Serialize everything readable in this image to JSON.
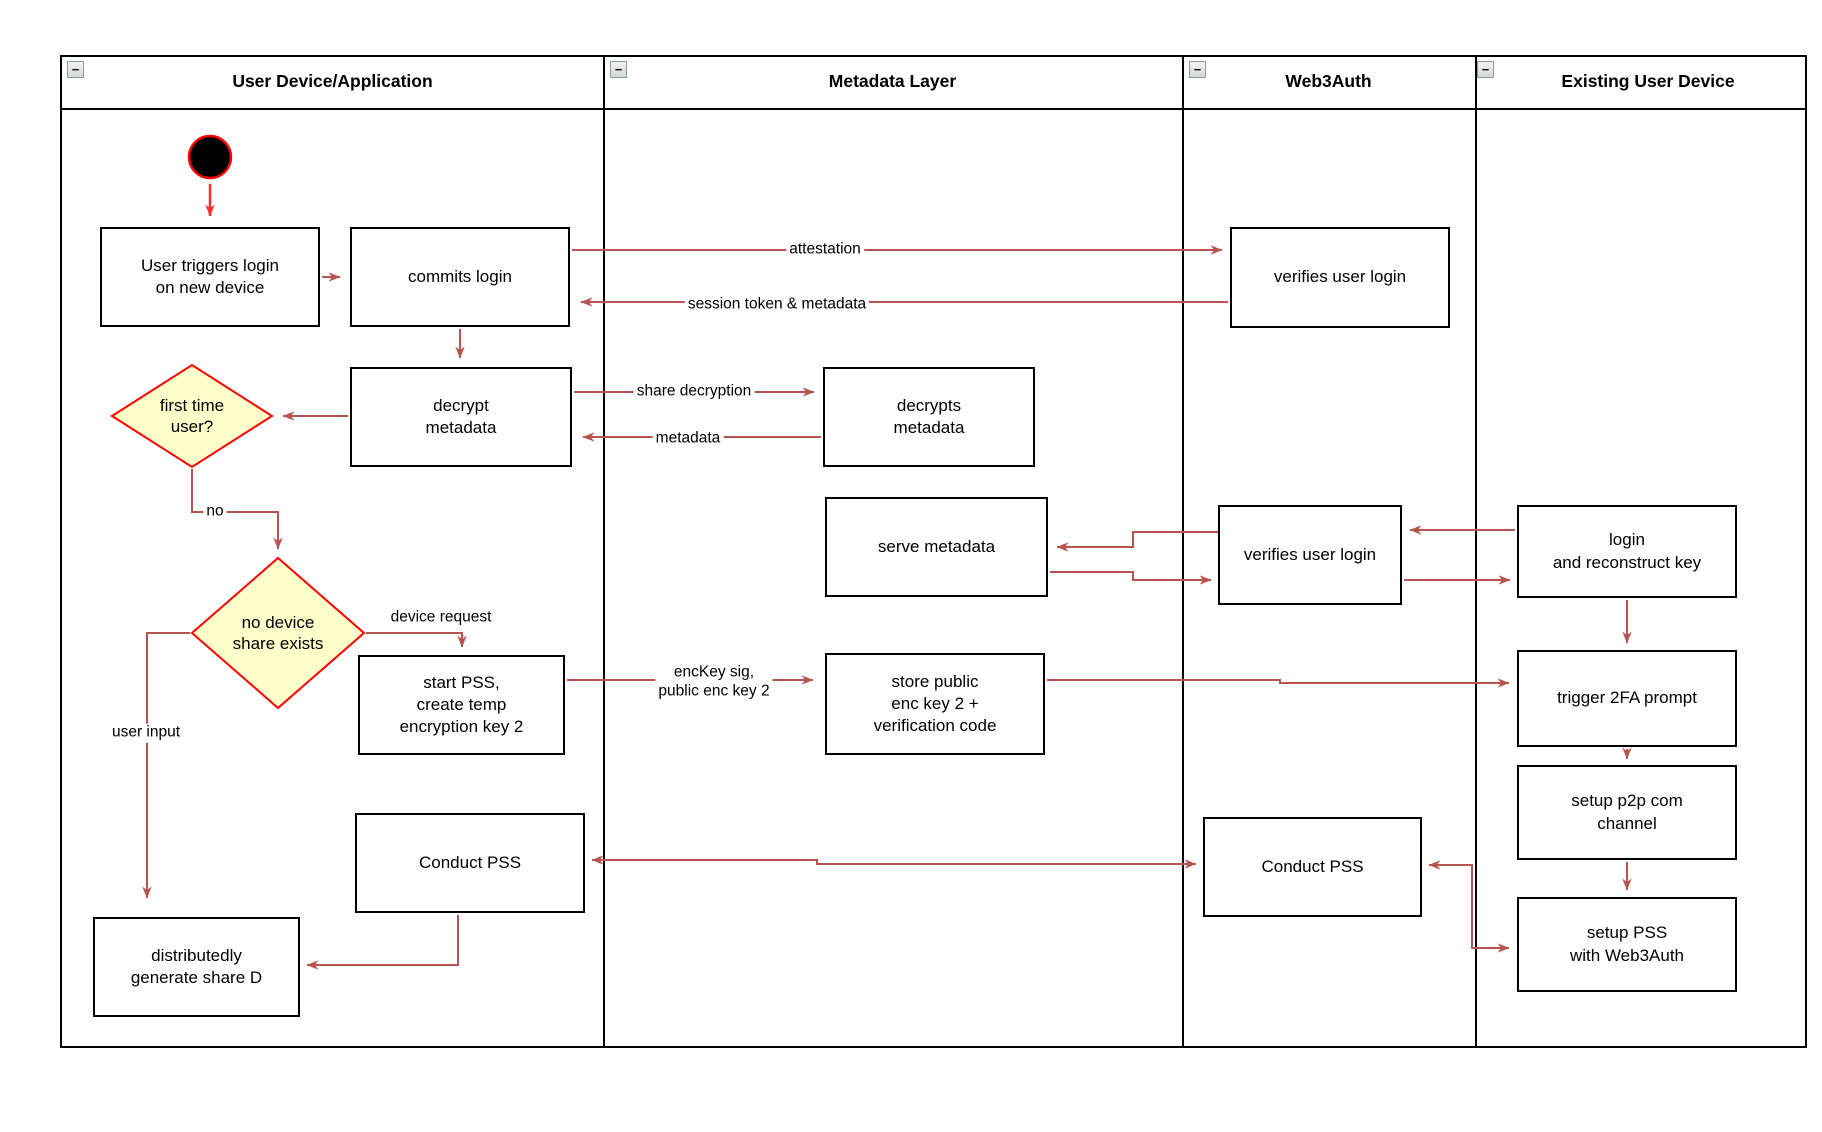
{
  "colors": {
    "connector": "#B85450",
    "accent_red": "#FF0000",
    "decision_fill": "#FFFFCC",
    "node_border": "#000000"
  },
  "lanes": [
    {
      "title": "User Device/Application",
      "collapse": "−"
    },
    {
      "title": "Metadata Layer",
      "collapse": "−"
    },
    {
      "title": "Web3Auth",
      "collapse": "−"
    },
    {
      "title": "Existing User Device",
      "collapse": "−"
    }
  ],
  "nodes": {
    "user_triggers": "User triggers login\non new device",
    "commits_login": "commits login",
    "verifies_login_1": "verifies user login",
    "decrypt_metadata": "decrypt\nmetadata",
    "decrypts_metadata": "decrypts\nmetadata",
    "serve_metadata": "serve metadata",
    "verifies_login_2": "verifies user login",
    "login_reconstruct": "login\nand reconstruct key",
    "start_pss": "start PSS,\ncreate temp\nencryption key 2",
    "store_public": "store public\nenc key 2 +\nverification code",
    "trigger_2fa": "trigger 2FA prompt",
    "setup_p2p": "setup p2p com\nchannel",
    "setup_pss": "setup PSS\nwith Web3Auth",
    "conduct_pss_user": "Conduct PSS",
    "conduct_pss_web3": "Conduct PSS",
    "distributedly": "distributedly\ngenerate share D"
  },
  "decisions": {
    "first_time_user": "first time\nuser?",
    "no_device_share": "no device\nshare exists"
  },
  "edge_labels": {
    "attestation": "attestation",
    "session_token": "session token & metadata",
    "share_decryption": "share decryption",
    "metadata": "metadata",
    "no": "no",
    "device_request": "device request",
    "user_input": "user input",
    "enckey": "encKey sig,\npublic enc key 2"
  }
}
